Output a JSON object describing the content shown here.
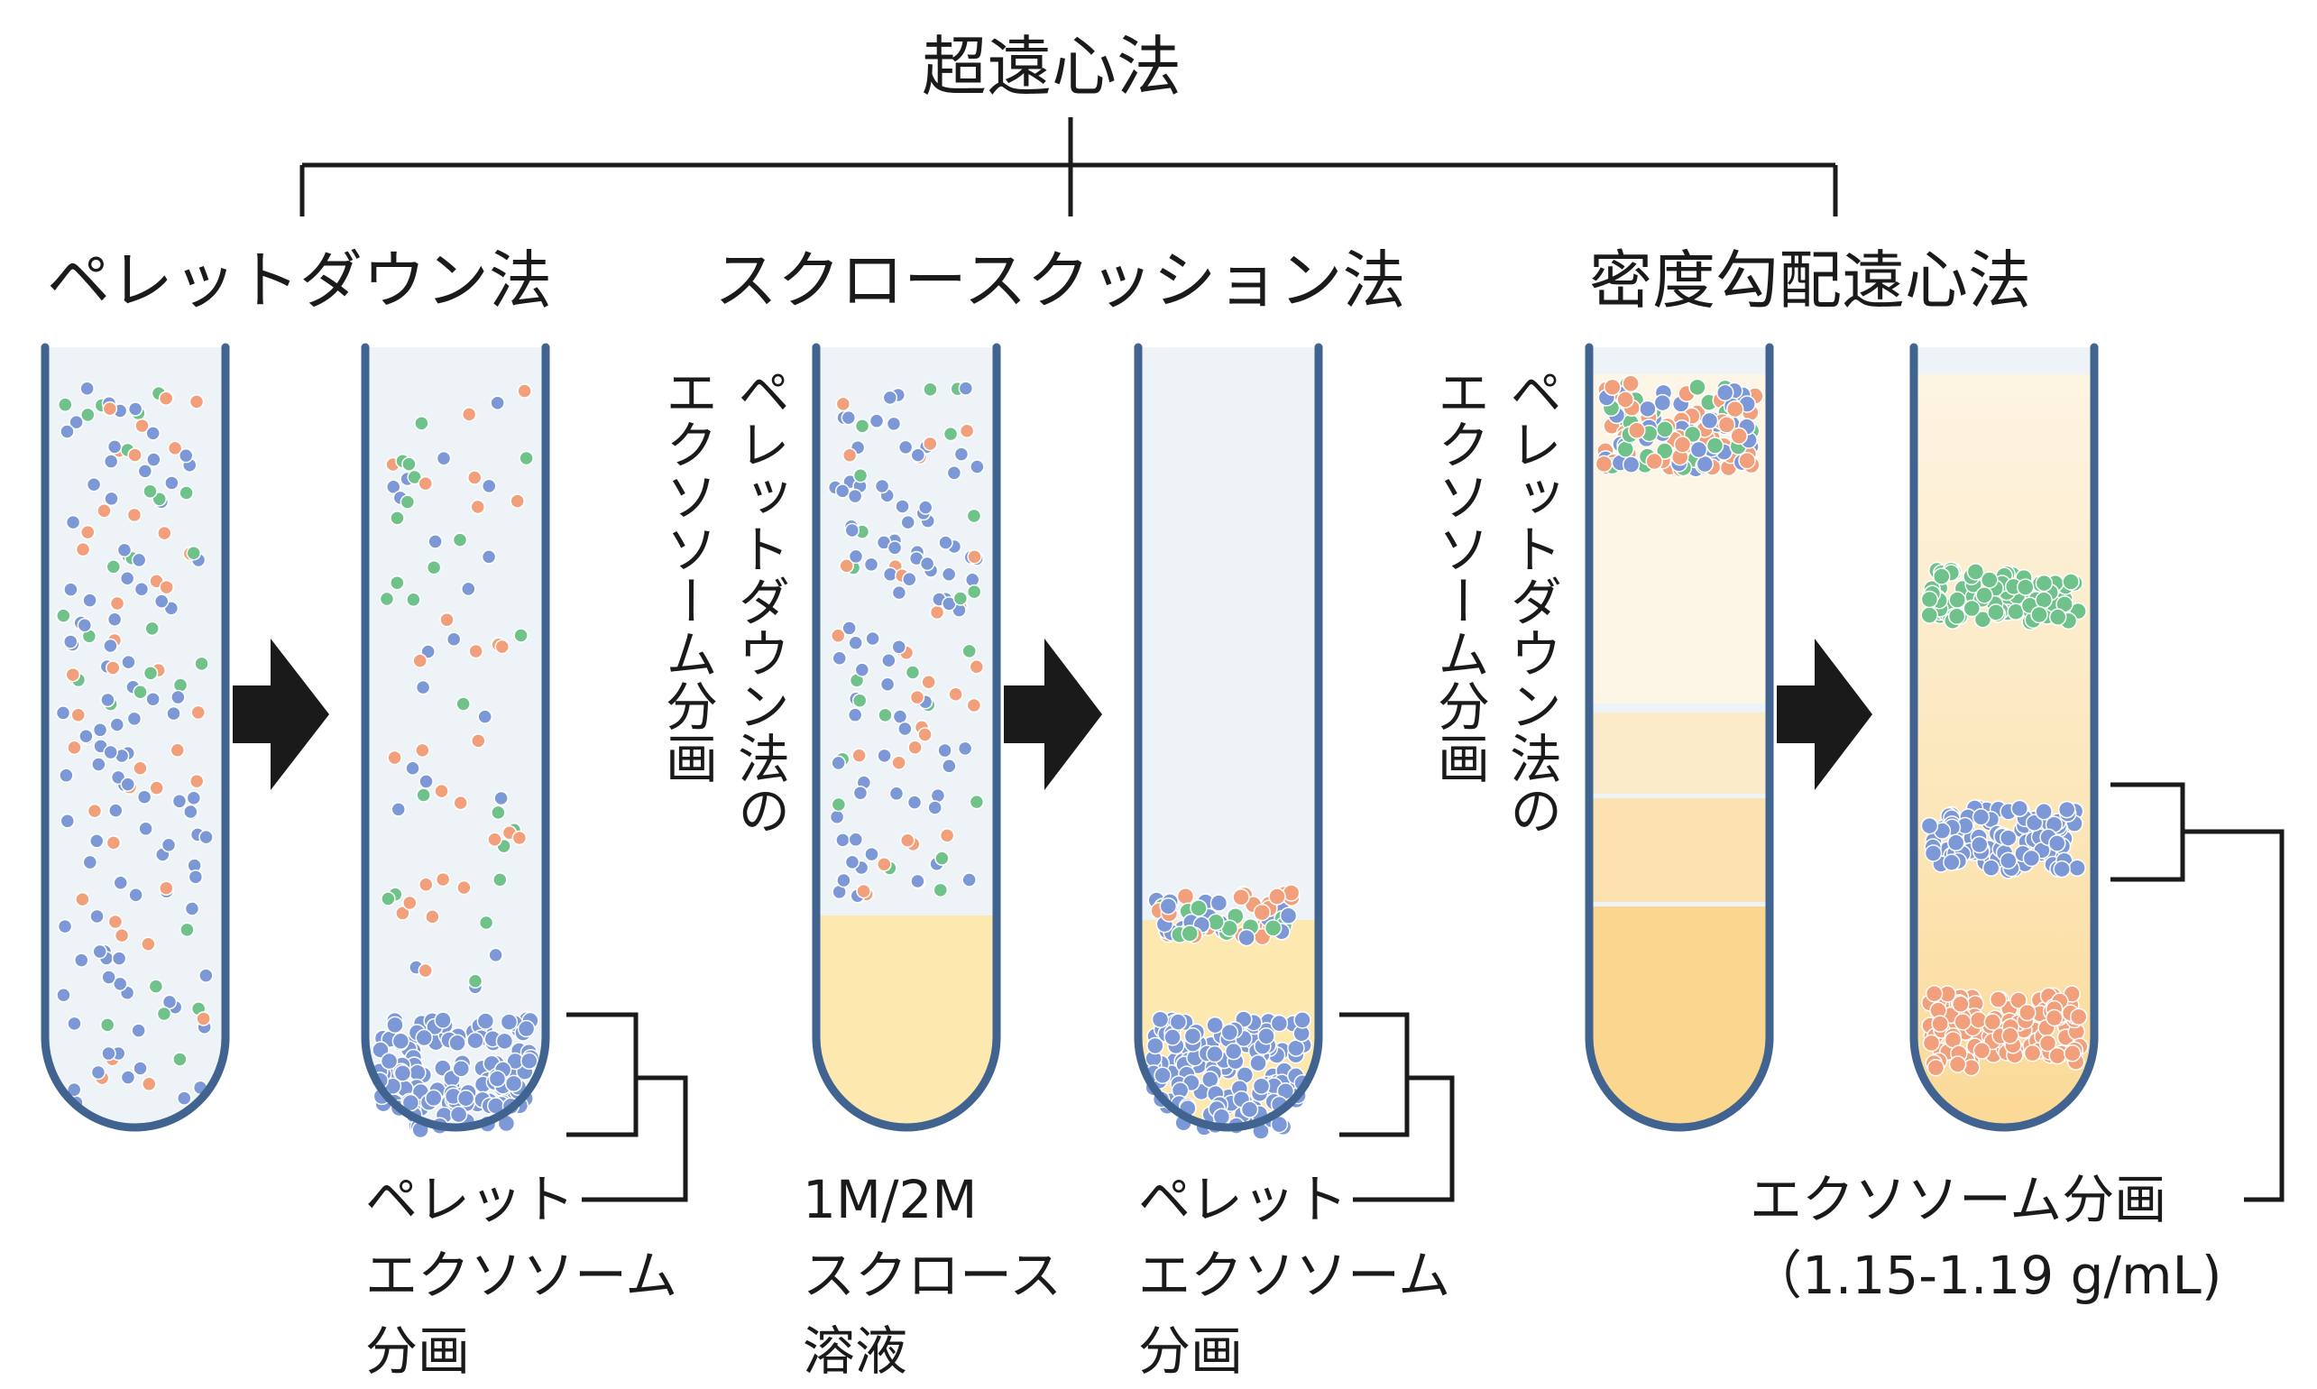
{
  "title": "超遠心法",
  "methods": [
    {
      "name": "ペレットダウン法"
    },
    {
      "name": "スクロースクッション法"
    },
    {
      "name": "密度勾配遠心法"
    }
  ],
  "annotations": {
    "pellet": "ペレット",
    "pellet_fraction": "エクソソーム\n分画",
    "sucrose_solution": "1M/2M\nスクロース\n溶液",
    "pellet_2": "ペレット",
    "pellet_fraction_2": "エクソソーム\n分画",
    "input_note_2": "ペレットダウン法の\nエクソソーム分画",
    "input_note_3": "ペレットダウン法の\nエクソソーム分画",
    "gradient_fraction": "エクソソーム分画\n（1.15-1.19 g/mL)"
  },
  "colors": {
    "tube_outline": "#41638f",
    "tube_fill": "#eef3f8",
    "particle_blue": "#7c98d6",
    "particle_orange": "#f2a07c",
    "particle_green": "#6fc28a",
    "sucrose": "#fde8b0",
    "gradient_light": "#fdf2dc",
    "gradient_dark": "#fbd78c",
    "arrow": "#1a1a1a",
    "line": "#1a1a1a"
  },
  "icons": [
    "arrow-right-icon",
    "arrow-right-icon",
    "arrow-right-icon"
  ]
}
